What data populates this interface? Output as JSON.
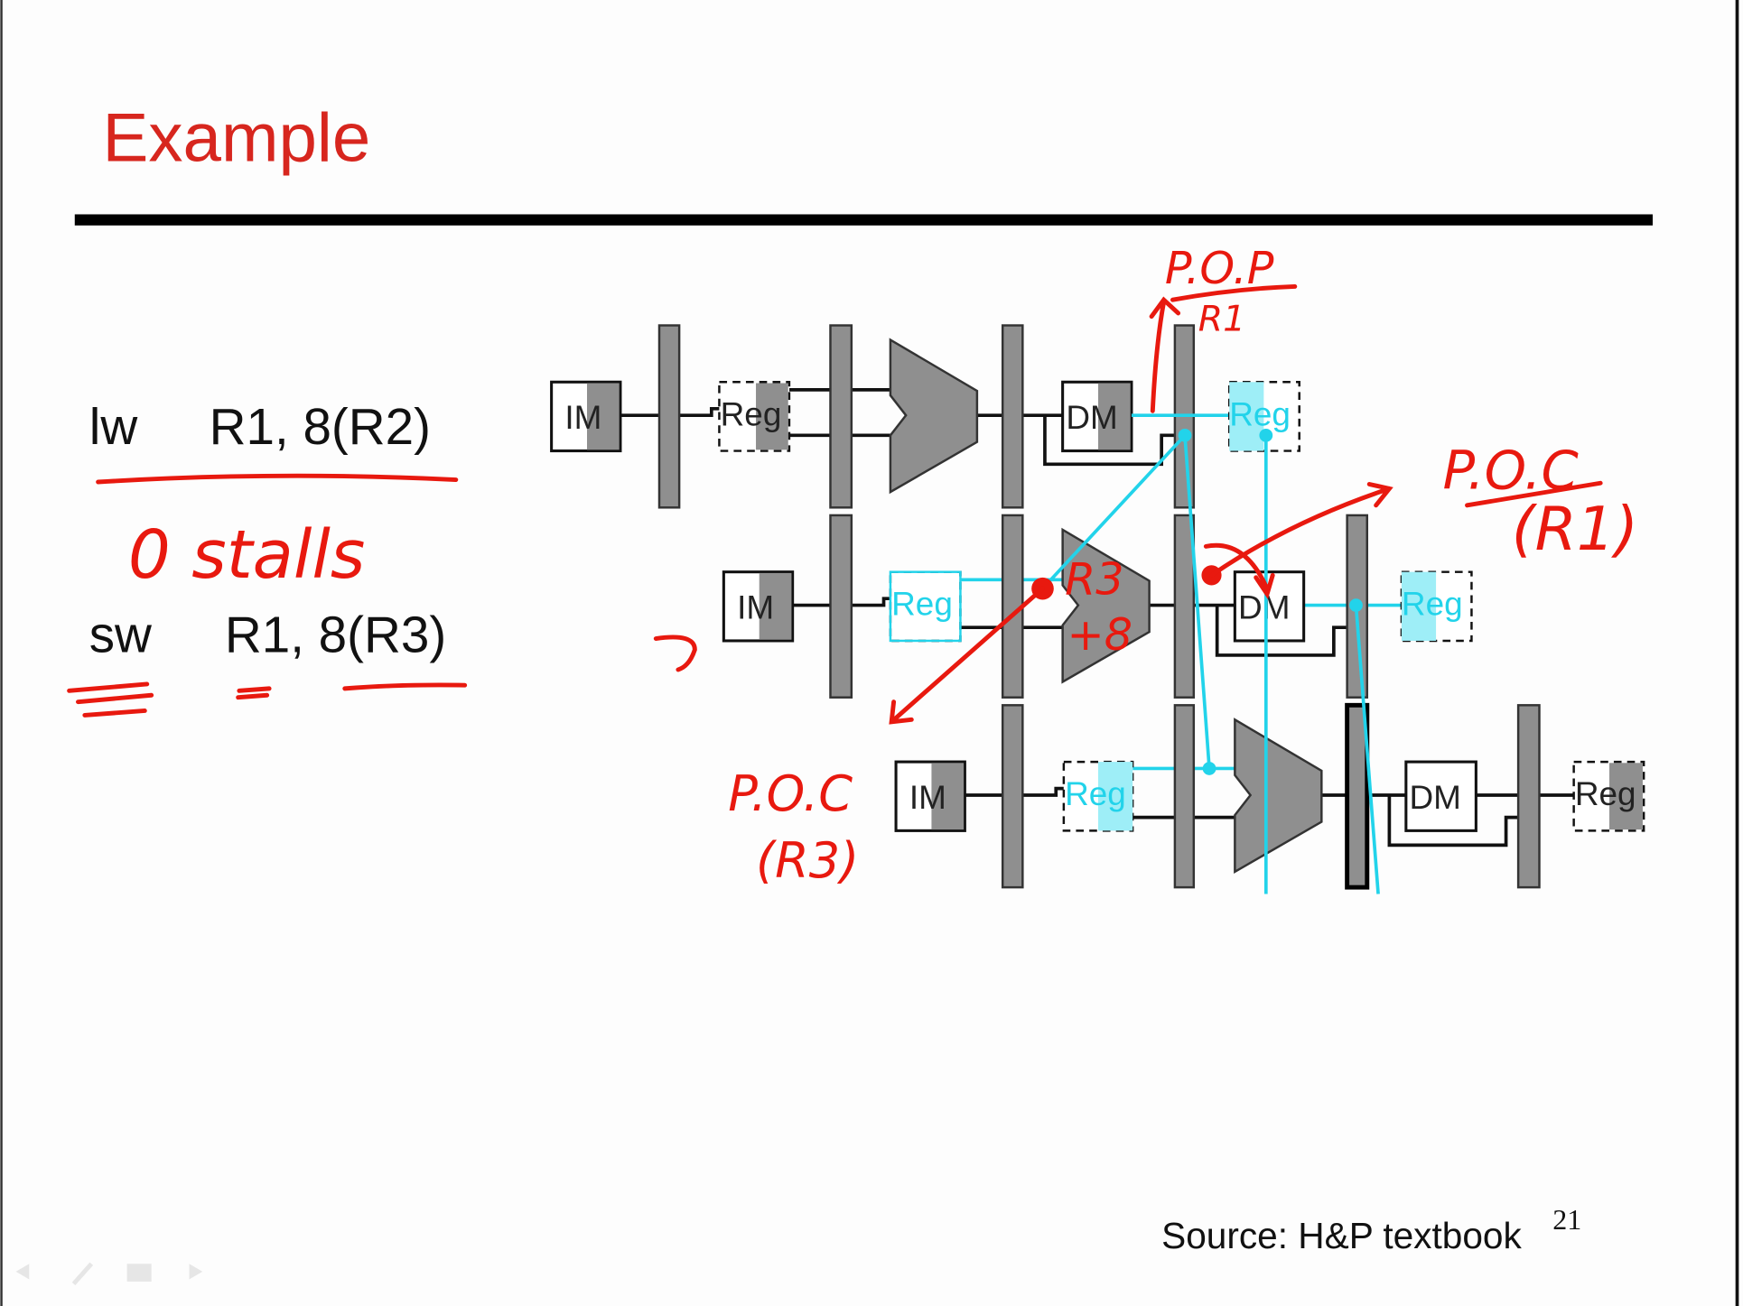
{
  "slide": {
    "title": "Example",
    "page_number": "21",
    "source": "Source: H&P textbook",
    "instructions": [
      {
        "op": "lw",
        "args": "R1, 8(R2)"
      },
      {
        "op": "sw",
        "args": "R1, 8(R3)"
      }
    ]
  },
  "diagram": {
    "stage_labels": {
      "im": "IM",
      "reg": "Reg",
      "dm": "DM"
    }
  },
  "annotations": {
    "stalls": "0 stalls",
    "pop_top": "P.O.P",
    "pop_bottom": "R1",
    "poc_r1_top": "P.O.C",
    "poc_r1_bottom": "(R1)",
    "alu_top": "R3",
    "alu_bottom": "+8",
    "poc_r3_top": "P.O.C",
    "poc_r3_bottom": "(R3)"
  },
  "colors": {
    "title": "#d7261e",
    "ink": "#e8190f",
    "forward": "#22d3ea"
  }
}
